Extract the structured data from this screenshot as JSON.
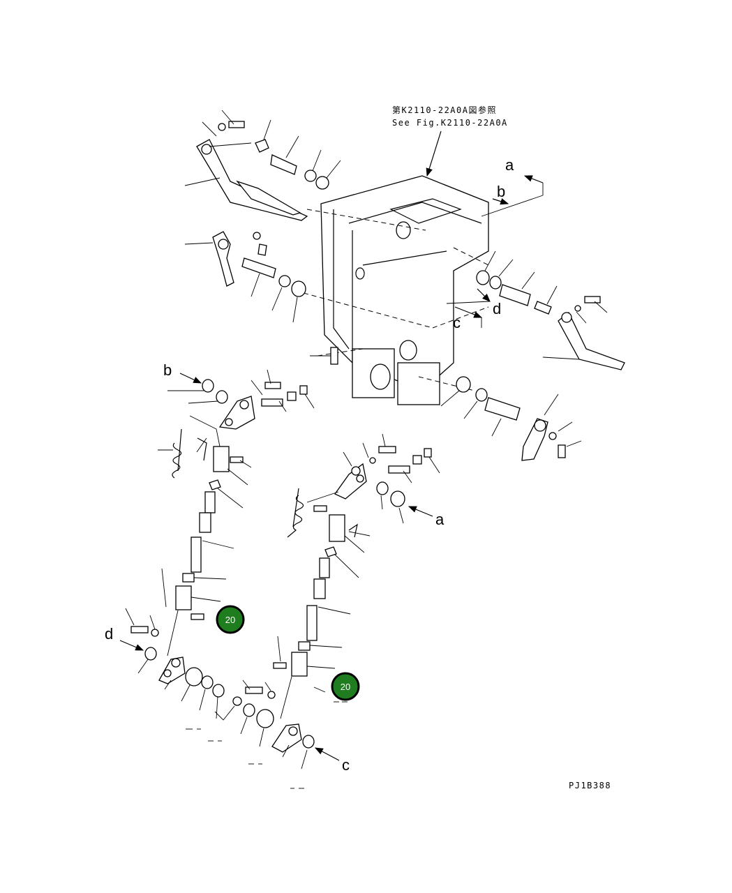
{
  "note": {
    "jp": "第K2110-22A0A図参照",
    "en": "See Fig.K2110-22A0A"
  },
  "labels": {
    "a": "a",
    "b": "b",
    "c": "c",
    "d": "d"
  },
  "callouts": [
    {
      "label": "20",
      "color": "#1f7d1f"
    },
    {
      "label": "20",
      "color": "#1f7d1f"
    }
  ],
  "drawing_code": "PJ1B388"
}
